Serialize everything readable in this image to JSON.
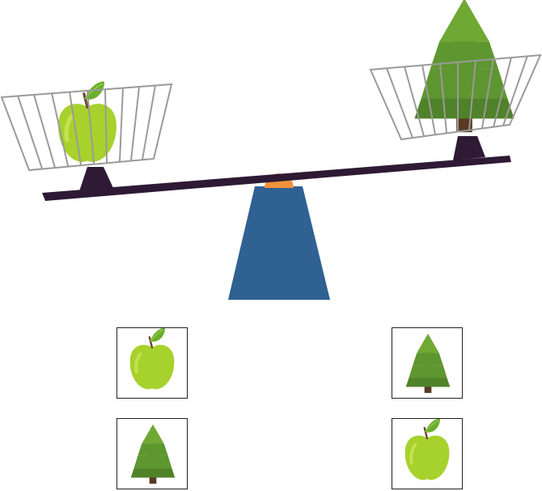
{
  "colors": {
    "beam": "#2e1a34",
    "stand": "#2f6192",
    "pivot": "#f0923a",
    "apple_fill": "#a7d12c",
    "apple_highlight": "#c5e24f",
    "leaf": "#6cae2d",
    "stem": "#6b4a2c",
    "tree_top": "#6fa833",
    "tree_mid": "#5e9630",
    "tree_bottom": "#4f8229",
    "trunk": "#5a3a22",
    "basket_wire": "#9a9a9a",
    "card_border": "#222222"
  },
  "scale": {
    "left_pan_item": "apple",
    "right_pan_item": "tree",
    "tilt": "left-down"
  },
  "choices": [
    {
      "left_item": "apple",
      "right_item": "tree"
    },
    {
      "left_item": "tree",
      "right_item": "apple"
    }
  ],
  "icons": {
    "apple": "apple-icon",
    "tree": "tree-icon"
  }
}
